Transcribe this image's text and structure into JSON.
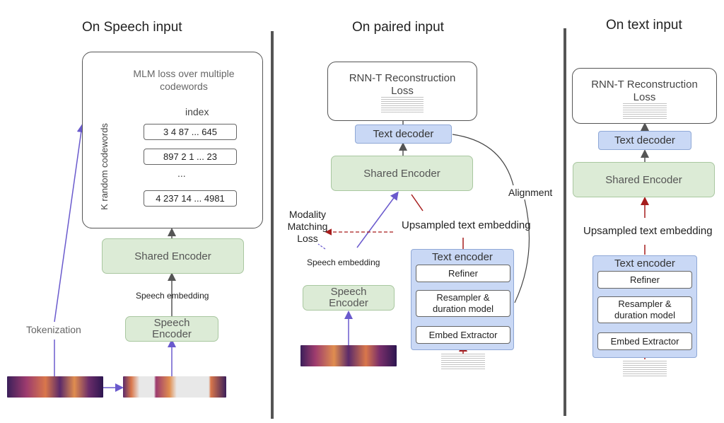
{
  "panels": {
    "speech": {
      "title": "On Speech input",
      "mlm_title": "MLM loss over multiple codewords",
      "index_label": "index",
      "k_label": "K random codewords",
      "codewords": [
        "3 4 87 ... 645",
        "897 2 1 ... 23",
        "4 237 14 ... 4981"
      ],
      "ellipsis": "...",
      "shared_encoder": "Shared Encoder",
      "speech_embedding": "Speech embedding",
      "speech_encoder": "Speech Encoder",
      "tokenization": "Tokenization"
    },
    "paired": {
      "title": "On paired input",
      "rnnt_loss": "RNN-T Reconstruction Loss",
      "text_decoder": "Text decoder",
      "shared_encoder": "Shared Encoder",
      "alignment": "Alignment",
      "modality_loss": "Modality Matching Loss",
      "upsampled": "Upsampled text embedding",
      "speech_embedding": "Speech embedding",
      "speech_encoder": "Speech Encoder",
      "text_encoder": "Text encoder",
      "refiner": "Refiner",
      "resampler": "Resampler & duration model",
      "embed_extractor": "Embed Extractor"
    },
    "text": {
      "title": "On text input",
      "rnnt_loss": "RNN-T Reconstruction Loss",
      "text_decoder": "Text decoder",
      "shared_encoder": "Shared Encoder",
      "upsampled": "Upsampled text embedding",
      "text_encoder": "Text encoder",
      "refiner": "Refiner",
      "resampler": "Resampler & duration model",
      "embed_extractor": "Embed Extractor"
    }
  },
  "colors": {
    "encoder_green": "#dcebd6",
    "decoder_blue": "#c9d8f5",
    "arrow_purple": "#6a5acd",
    "arrow_red": "#a61c1c",
    "divider": "#555555"
  }
}
